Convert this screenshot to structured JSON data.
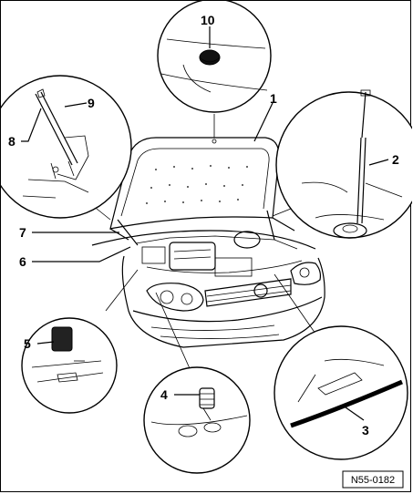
{
  "diagram": {
    "callouts": [
      "1",
      "2",
      "3",
      "4",
      "5",
      "6",
      "7",
      "8",
      "9",
      "10"
    ],
    "reference_code": "N55-0182"
  }
}
